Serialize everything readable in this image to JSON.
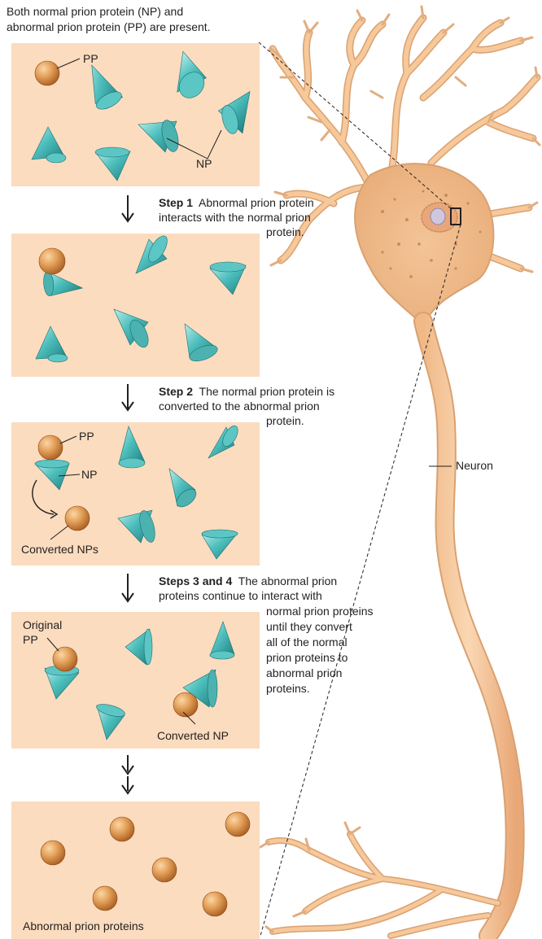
{
  "header": {
    "line1": "Both normal prion protein (NP) and",
    "line2": "abnormal prion protein (PP) are present."
  },
  "labels": {
    "pp": "PP",
    "np": "NP",
    "converted_nps": "Converted NPs",
    "original": "Original",
    "pp2": "PP",
    "converted_np": "Converted NP",
    "abnormal_prion_proteins": "Abnormal prion proteins",
    "neuron": "Neuron"
  },
  "steps": {
    "step1_bold": "Step 1",
    "step1_line1": "Abnormal prion protein",
    "step1_line2": "interacts with the normal prion",
    "step1_line3": "protein.",
    "step2_bold": "Step 2",
    "step2_line1": "The normal prion protein is",
    "step2_line2": "converted to the abnormal prion",
    "step2_line3": "protein.",
    "step34_bold": "Steps 3 and 4",
    "step34_line1": "The abnormal prion",
    "step34_line2": "proteins continue to interact with",
    "step34_line3": "normal prion proteins",
    "step34_line4": "until they convert",
    "step34_line5": "all of the normal",
    "step34_line6": "prion proteins to",
    "step34_line7": "abnormal prion",
    "step34_line8": "proteins."
  },
  "colors": {
    "panel": "#fbdcbf",
    "cone": "#3fb6b4",
    "sphere": "#d98c3f",
    "neuron": "#f6c89a"
  }
}
